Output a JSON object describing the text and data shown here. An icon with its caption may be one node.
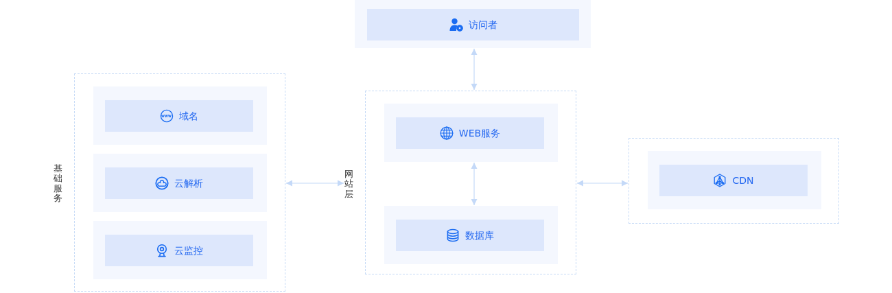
{
  "diagram": {
    "nodes": [
      {
        "text": [],
        "shape": "box"
      },
      {
        "text": [
          "访问者"
        ],
        "in": 0
      },
      {
        "text": [
          "基础服务"
        ]
      },
      {
        "text": [],
        "shape": "box",
        "in": 2
      },
      {
        "text": [
          "域名"
        ],
        "in": 3
      },
      {
        "text": [],
        "shape": "box",
        "in": 2
      },
      {
        "text": [
          "云解析"
        ],
        "in": 5
      },
      {
        "text": [],
        "shape": "box",
        "in": 2
      },
      {
        "text": [
          "云监控"
        ],
        "in": 7
      },
      {
        "text": [
          "网站层"
        ]
      },
      {
        "text": [],
        "shape": "box",
        "in": 9
      },
      {
        "text": [
          "WEB服务"
        ],
        "in": 10
      },
      {
        "text": [],
        "shape": "box",
        "in": 9
      },
      {
        "text": [
          "数据库"
        ],
        "in": 12
      },
      {
        "text": [],
        "shape": "box"
      },
      {
        "text": [],
        "shape": "box",
        "in": 14
      },
      {
        "text": [
          "CDN"
        ],
        "in": 15
      }
    ],
    "edges": [
      {
        "from": 0,
        "to": 9,
        "arrow": "both"
      },
      {
        "from": 2,
        "to": 9,
        "arrow": "both"
      },
      {
        "from": 10,
        "to": 12,
        "arrow": "both"
      },
      {
        "from": 9,
        "to": 14,
        "arrow": "both"
      }
    ]
  }
}
